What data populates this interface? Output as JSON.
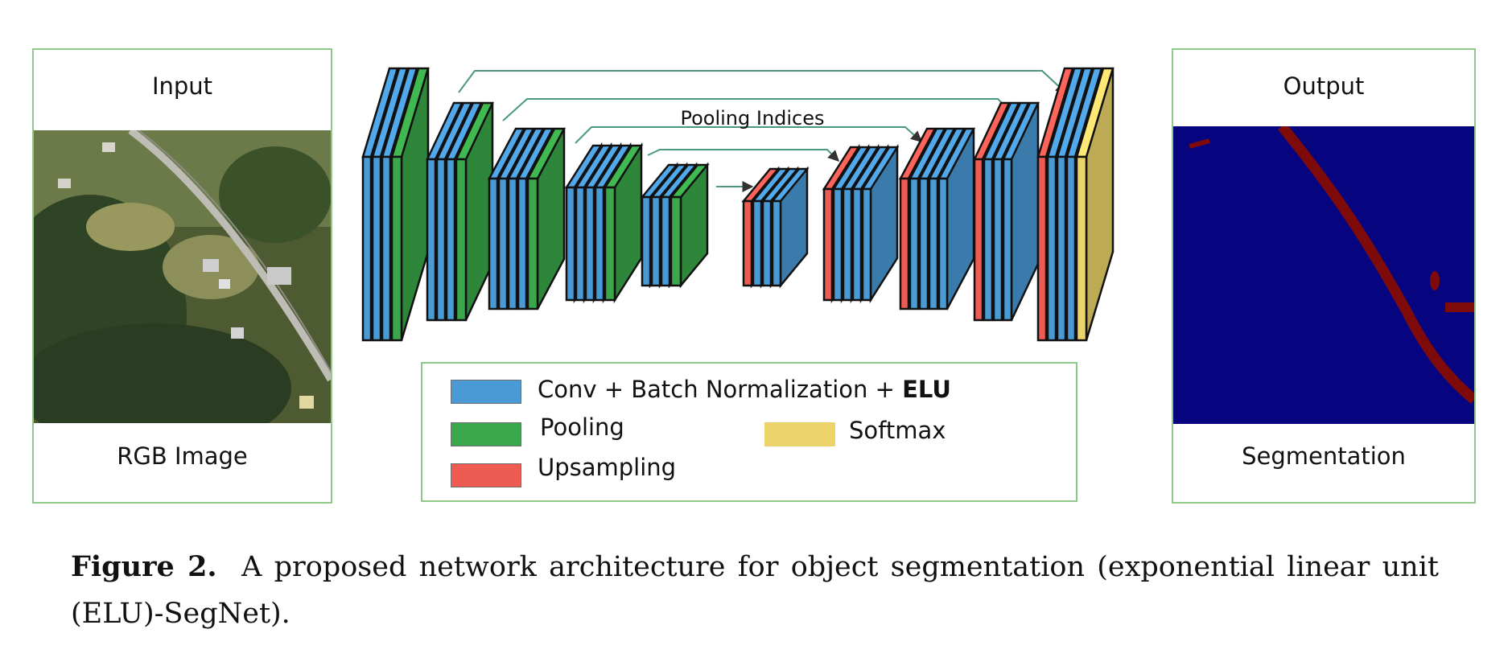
{
  "input_panel": {
    "top_label": "Input",
    "bottom_label": "RGB Image"
  },
  "output_panel": {
    "top_label": "Output",
    "bottom_label": "Segmentation"
  },
  "skip_label": "Pooling Indices",
  "legend": {
    "conv_label": "Conv + Batch Normalization + ",
    "conv_label_bold": "ELU",
    "pooling_label": "Pooling",
    "upsampling_label": "Upsampling",
    "softmax_label": "Softmax"
  },
  "colors": {
    "conv": "#4a9ad6",
    "pooling": "#3aa84a",
    "upsampling": "#ee5b52",
    "softmax": "#ecd46a",
    "frame": "#8ec98a",
    "seg_background": "#06047f",
    "seg_road": "#7e0a0a"
  },
  "caption": {
    "label": "Figure 2.",
    "text": "A proposed network architecture for object segmentation (exponential linear unit (ELU)-SegNet)."
  }
}
